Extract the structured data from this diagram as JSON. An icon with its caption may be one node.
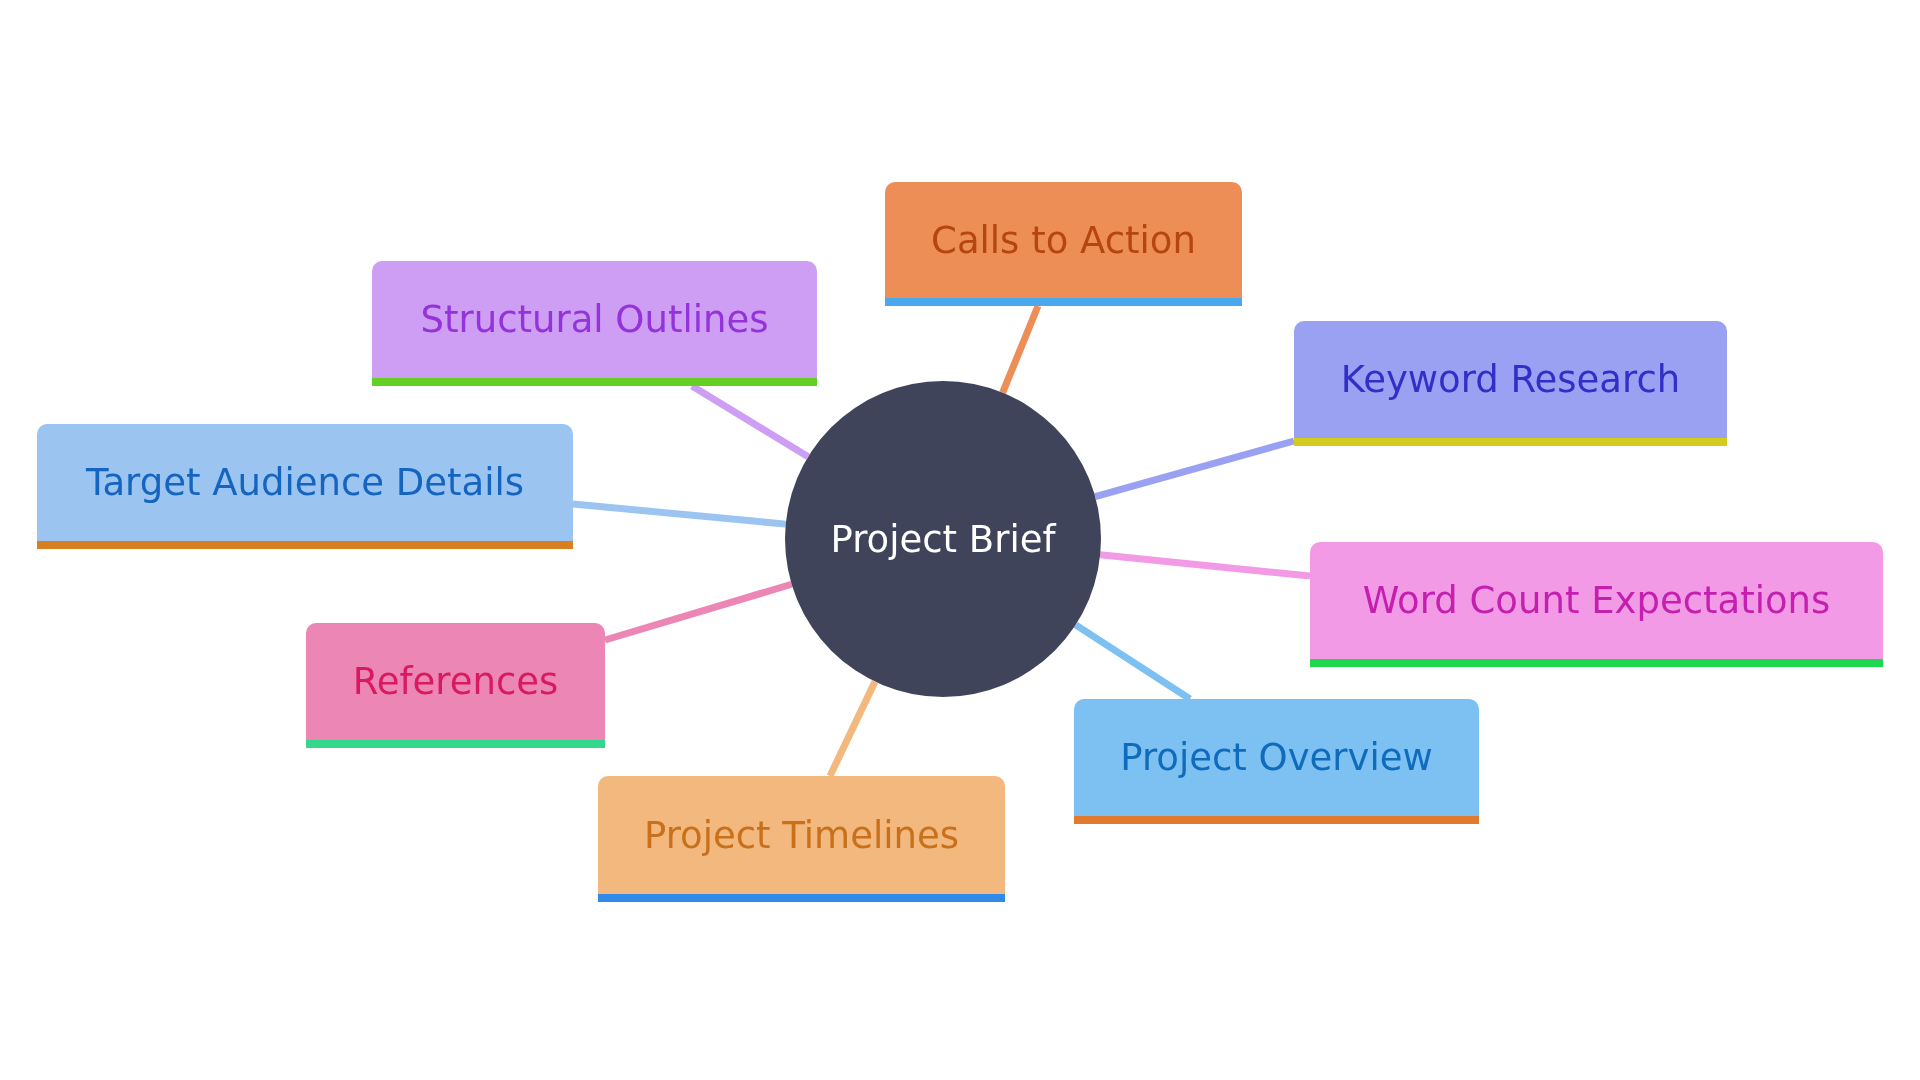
{
  "diagram": {
    "nodes": [
      {
        "text": [
          "Project Brief"
        ]
      },
      {
        "text": [
          "Calls to Action"
        ]
      },
      {
        "text": [
          "Structural Outlines"
        ]
      },
      {
        "text": [
          "Keyword Research"
        ]
      },
      {
        "text": [
          "Target Audience Details"
        ]
      },
      {
        "text": [
          "Word Count Expectations"
        ]
      },
      {
        "text": [
          "References"
        ]
      },
      {
        "text": [
          "Project Overview"
        ]
      },
      {
        "text": [
          "Project Timelines"
        ]
      }
    ],
    "edges": [
      {
        "from": 0,
        "to": 1,
        "arrow": "none",
        "color": "#ed8e56"
      },
      {
        "from": 0,
        "to": 2,
        "arrow": "none",
        "color": "#cd9ef3"
      },
      {
        "from": 0,
        "to": 3,
        "arrow": "none",
        "color": "#9ba1f2"
      },
      {
        "from": 0,
        "to": 4,
        "arrow": "none",
        "color": "#9bc4f1"
      },
      {
        "from": 0,
        "to": 5,
        "arrow": "none",
        "color": "#f39ae6"
      },
      {
        "from": 0,
        "to": 6,
        "arrow": "none",
        "color": "#ec86b4"
      },
      {
        "from": 0,
        "to": 7,
        "arrow": "none",
        "color": "#7dc0f2"
      },
      {
        "from": 0,
        "to": 8,
        "arrow": "none",
        "color": "#f2b87e"
      }
    ]
  }
}
